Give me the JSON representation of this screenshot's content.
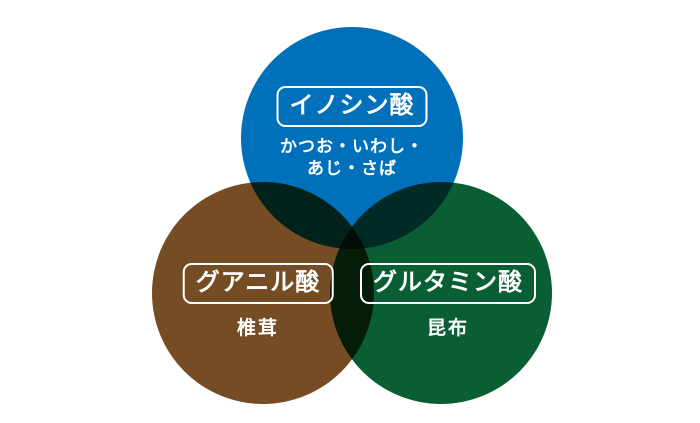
{
  "background_color": "#ffffff",
  "text_color": "#ffffff",
  "diagram": {
    "type": "venn-3",
    "blend_mode": "multiply",
    "circles": [
      {
        "id": "inosinic-acid",
        "label": "イノシン酸",
        "sublines": [
          "かつお・いわし・",
          "あじ・さば"
        ],
        "color": "#0070ba",
        "position": "top"
      },
      {
        "id": "guanylic-acid",
        "label": "グアニル酸",
        "sublines": [
          "椎茸"
        ],
        "color": "#754c24",
        "position": "bottom-left"
      },
      {
        "id": "glutamic-acid",
        "label": "グルタミン酸",
        "sublines": [
          "昆布"
        ],
        "color": "#095e34",
        "position": "bottom-right"
      }
    ]
  }
}
